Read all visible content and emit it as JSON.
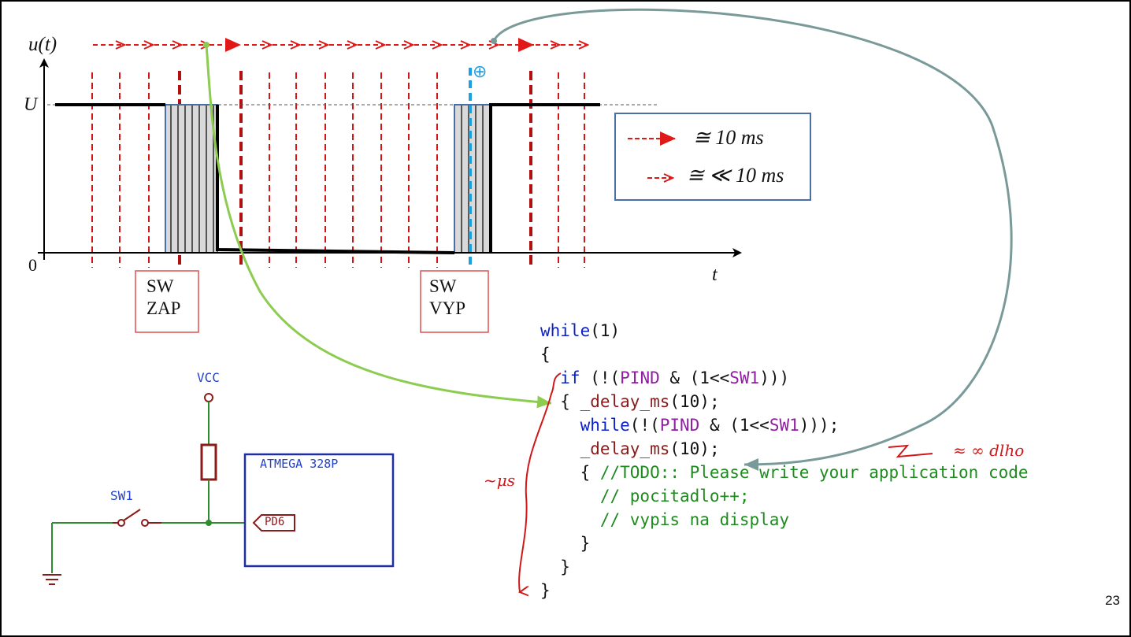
{
  "timing_diagram": {
    "y_axis_label": "u(t)",
    "level_high_label": "U",
    "level_zero_label": "0",
    "x_axis_label": "t",
    "marker_symbol": "⊕",
    "switch_on_label": [
      "SW",
      "ZAP"
    ],
    "switch_off_label": [
      "SW",
      "VYP"
    ]
  },
  "legend": {
    "items": [
      {
        "text": "≅ 10 ms",
        "style": "bold-arrow"
      },
      {
        "text": "≅ ≪ 10 ms",
        "style": "thin-arrow"
      }
    ],
    "colors": {
      "arrow": "#e01818",
      "border": "#4a6fa5"
    }
  },
  "schematic": {
    "vcc_label": "VCC",
    "switch_label": "SW1",
    "mcu_label": "ATMEGA 328P",
    "pin_label": "PD6",
    "colors": {
      "wire": "#2e8b2e",
      "component": "#8b1a1a",
      "label": "#1f3fd0",
      "mcu_border": "#1f2fa0"
    }
  },
  "code": {
    "lines": [
      [
        {
          "t": "while",
          "c": "kw"
        },
        {
          "t": "(1)",
          "c": "plain"
        }
      ],
      [
        {
          "t": "{",
          "c": "plain"
        }
      ],
      [
        {
          "t": "  if ",
          "c": "kw"
        },
        {
          "t": "(!(",
          "c": "plain"
        },
        {
          "t": "PIND",
          "c": "reg"
        },
        {
          "t": " & (1<<",
          "c": "plain"
        },
        {
          "t": "SW1",
          "c": "reg"
        },
        {
          "t": ")))",
          "c": "plain"
        }
      ],
      [
        {
          "t": "  { ",
          "c": "plain"
        },
        {
          "t": "_delay_ms",
          "c": "fn"
        },
        {
          "t": "(10);",
          "c": "plain"
        }
      ],
      [
        {
          "t": "    ",
          "c": "plain"
        },
        {
          "t": "while",
          "c": "kw"
        },
        {
          "t": "(!(",
          "c": "plain"
        },
        {
          "t": "PIND",
          "c": "reg"
        },
        {
          "t": " & (1<<",
          "c": "plain"
        },
        {
          "t": "SW1",
          "c": "reg"
        },
        {
          "t": ")));",
          "c": "plain"
        }
      ],
      [
        {
          "t": "    ",
          "c": "plain"
        },
        {
          "t": "_delay_ms",
          "c": "fn"
        },
        {
          "t": "(10);",
          "c": "plain"
        }
      ],
      [
        {
          "t": "    { ",
          "c": "plain"
        },
        {
          "t": "//TODO:: Please write your application code",
          "c": "cmt"
        }
      ],
      [
        {
          "t": "      // pocitadlo++;",
          "c": "cmt"
        }
      ],
      [
        {
          "t": "      // vypis na display",
          "c": "cmt"
        }
      ],
      [
        {
          "t": "    }",
          "c": "plain"
        }
      ],
      [
        {
          "t": "  }",
          "c": "plain"
        }
      ],
      [
        {
          "t": "}",
          "c": "plain"
        }
      ]
    ]
  },
  "annotations": {
    "infinite_note": "≈ ∞ dlho",
    "us_note": "~μs"
  },
  "page_number": "23"
}
